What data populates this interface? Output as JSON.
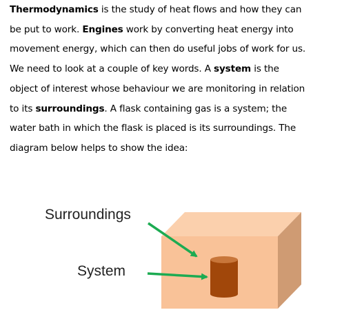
{
  "paragraph": {
    "lines": [
      [
        {
          "text": "Thermodynamics",
          "bold": true
        },
        {
          "text": " is the study of heat flows and how they can",
          "bold": false
        }
      ],
      [
        {
          "text": "be put to work.  ",
          "bold": false
        },
        {
          "text": "Engines",
          "bold": true
        },
        {
          "text": " work by converting heat energy into",
          "bold": false
        }
      ],
      [
        {
          "text": "movement energy, which can then do useful jobs of work for us.",
          "bold": false
        }
      ],
      [
        {
          "text": "We need to look at a couple of key words.  A ",
          "bold": false
        },
        {
          "text": "system",
          "bold": true
        },
        {
          "text": " is the",
          "bold": false
        }
      ],
      [
        {
          "text": "object of interest whose behaviour we are monitoring in relation",
          "bold": false
        }
      ],
      [
        {
          "text": "to its ",
          "bold": false
        },
        {
          "text": "surroundings",
          "bold": true
        },
        {
          "text": ".  A flask containing gas is a system; the",
          "bold": false
        }
      ],
      [
        {
          "text": "water bath in which the flask is placed is its surroundings.  The",
          "bold": false
        }
      ],
      [
        {
          "text": "diagram below helps to show the idea:",
          "bold": false
        }
      ]
    ]
  },
  "diagram": {
    "surroundings_label": "Surroundings",
    "system_label": "System",
    "colors": {
      "box_front": "#f9c298",
      "box_top": "#fbd0ad",
      "box_side": "#cf9b73",
      "cylinder_body": "#a1470a",
      "cylinder_top": "#c8763a",
      "arrow": "#1cab52"
    }
  }
}
